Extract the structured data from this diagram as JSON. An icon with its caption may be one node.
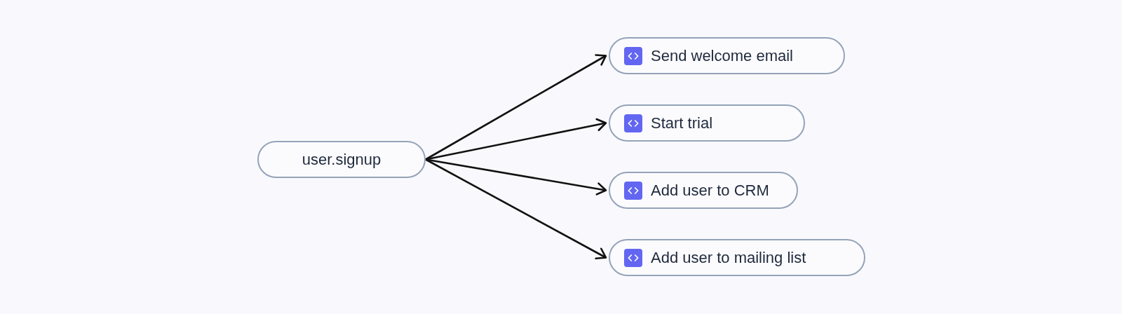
{
  "diagram": {
    "nodes": [
      {
        "text": [
          "user.signup"
        ]
      },
      {
        "text": [
          "Send welcome email"
        ]
      },
      {
        "text": [
          "Start trial"
        ]
      },
      {
        "text": [
          "Add user to CRM"
        ]
      },
      {
        "text": [
          "Add user to mailing list"
        ]
      }
    ],
    "edges": [
      {
        "from": 0,
        "to": 1,
        "arrow": "to"
      },
      {
        "from": 0,
        "to": 2,
        "arrow": "to"
      },
      {
        "from": 0,
        "to": 3,
        "arrow": "to"
      },
      {
        "from": 0,
        "to": 4,
        "arrow": "to"
      }
    ]
  }
}
